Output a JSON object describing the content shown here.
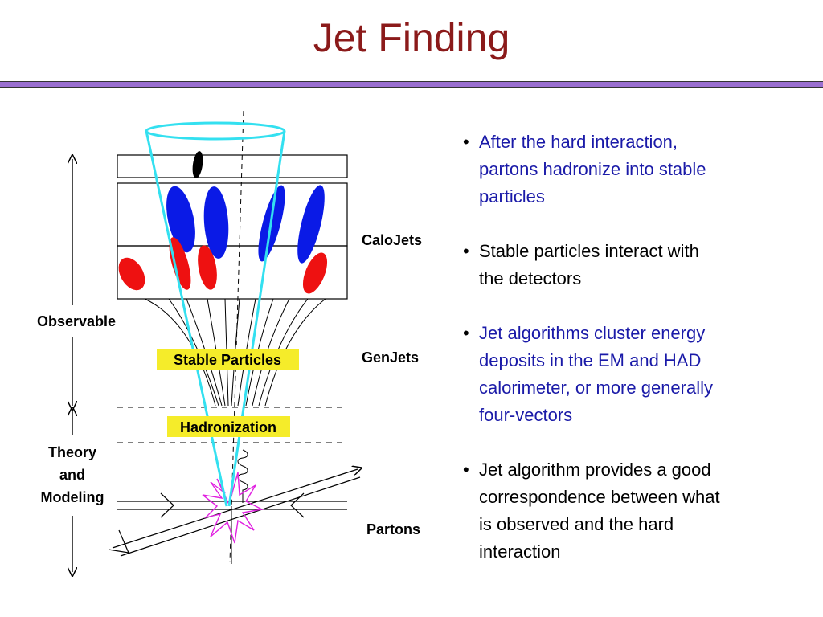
{
  "slide": {
    "title": "Jet Finding"
  },
  "diagram": {
    "labels": {
      "calojets": "CaloJets",
      "genjets": "GenJets",
      "partons": "Partons",
      "observable": "Observable",
      "theory_line1": "Theory",
      "theory_line2": "and",
      "theory_line3": "Modeling",
      "stable_particles": "Stable Particles",
      "hadronization": "Hadronization"
    },
    "colors": {
      "title": "#8b1a1a",
      "cone": "#33e0f0",
      "em_deposit": "#ee1111",
      "had_deposit": "#0a1ae6",
      "highlight": "#f5ec2a",
      "star": "#e020e0",
      "rule": "#9a6fd0"
    }
  },
  "bullets": [
    {
      "lines": [
        "After  the hard interaction,",
        "partons hadronize into stable",
        "particles"
      ],
      "color": "blue"
    },
    {
      "lines": [
        "Stable particles interact with",
        "the detectors"
      ],
      "color": "black"
    },
    {
      "lines": [
        "Jet algorithms cluster energy",
        "deposits in the EM and HAD",
        "calorimeter, or more generally",
        "four-vectors"
      ],
      "color": "blue"
    },
    {
      "lines": [
        "Jet algorithm provides a good",
        "correspondence between what",
        "is observed and the hard",
        "interaction"
      ],
      "color": "black"
    }
  ]
}
